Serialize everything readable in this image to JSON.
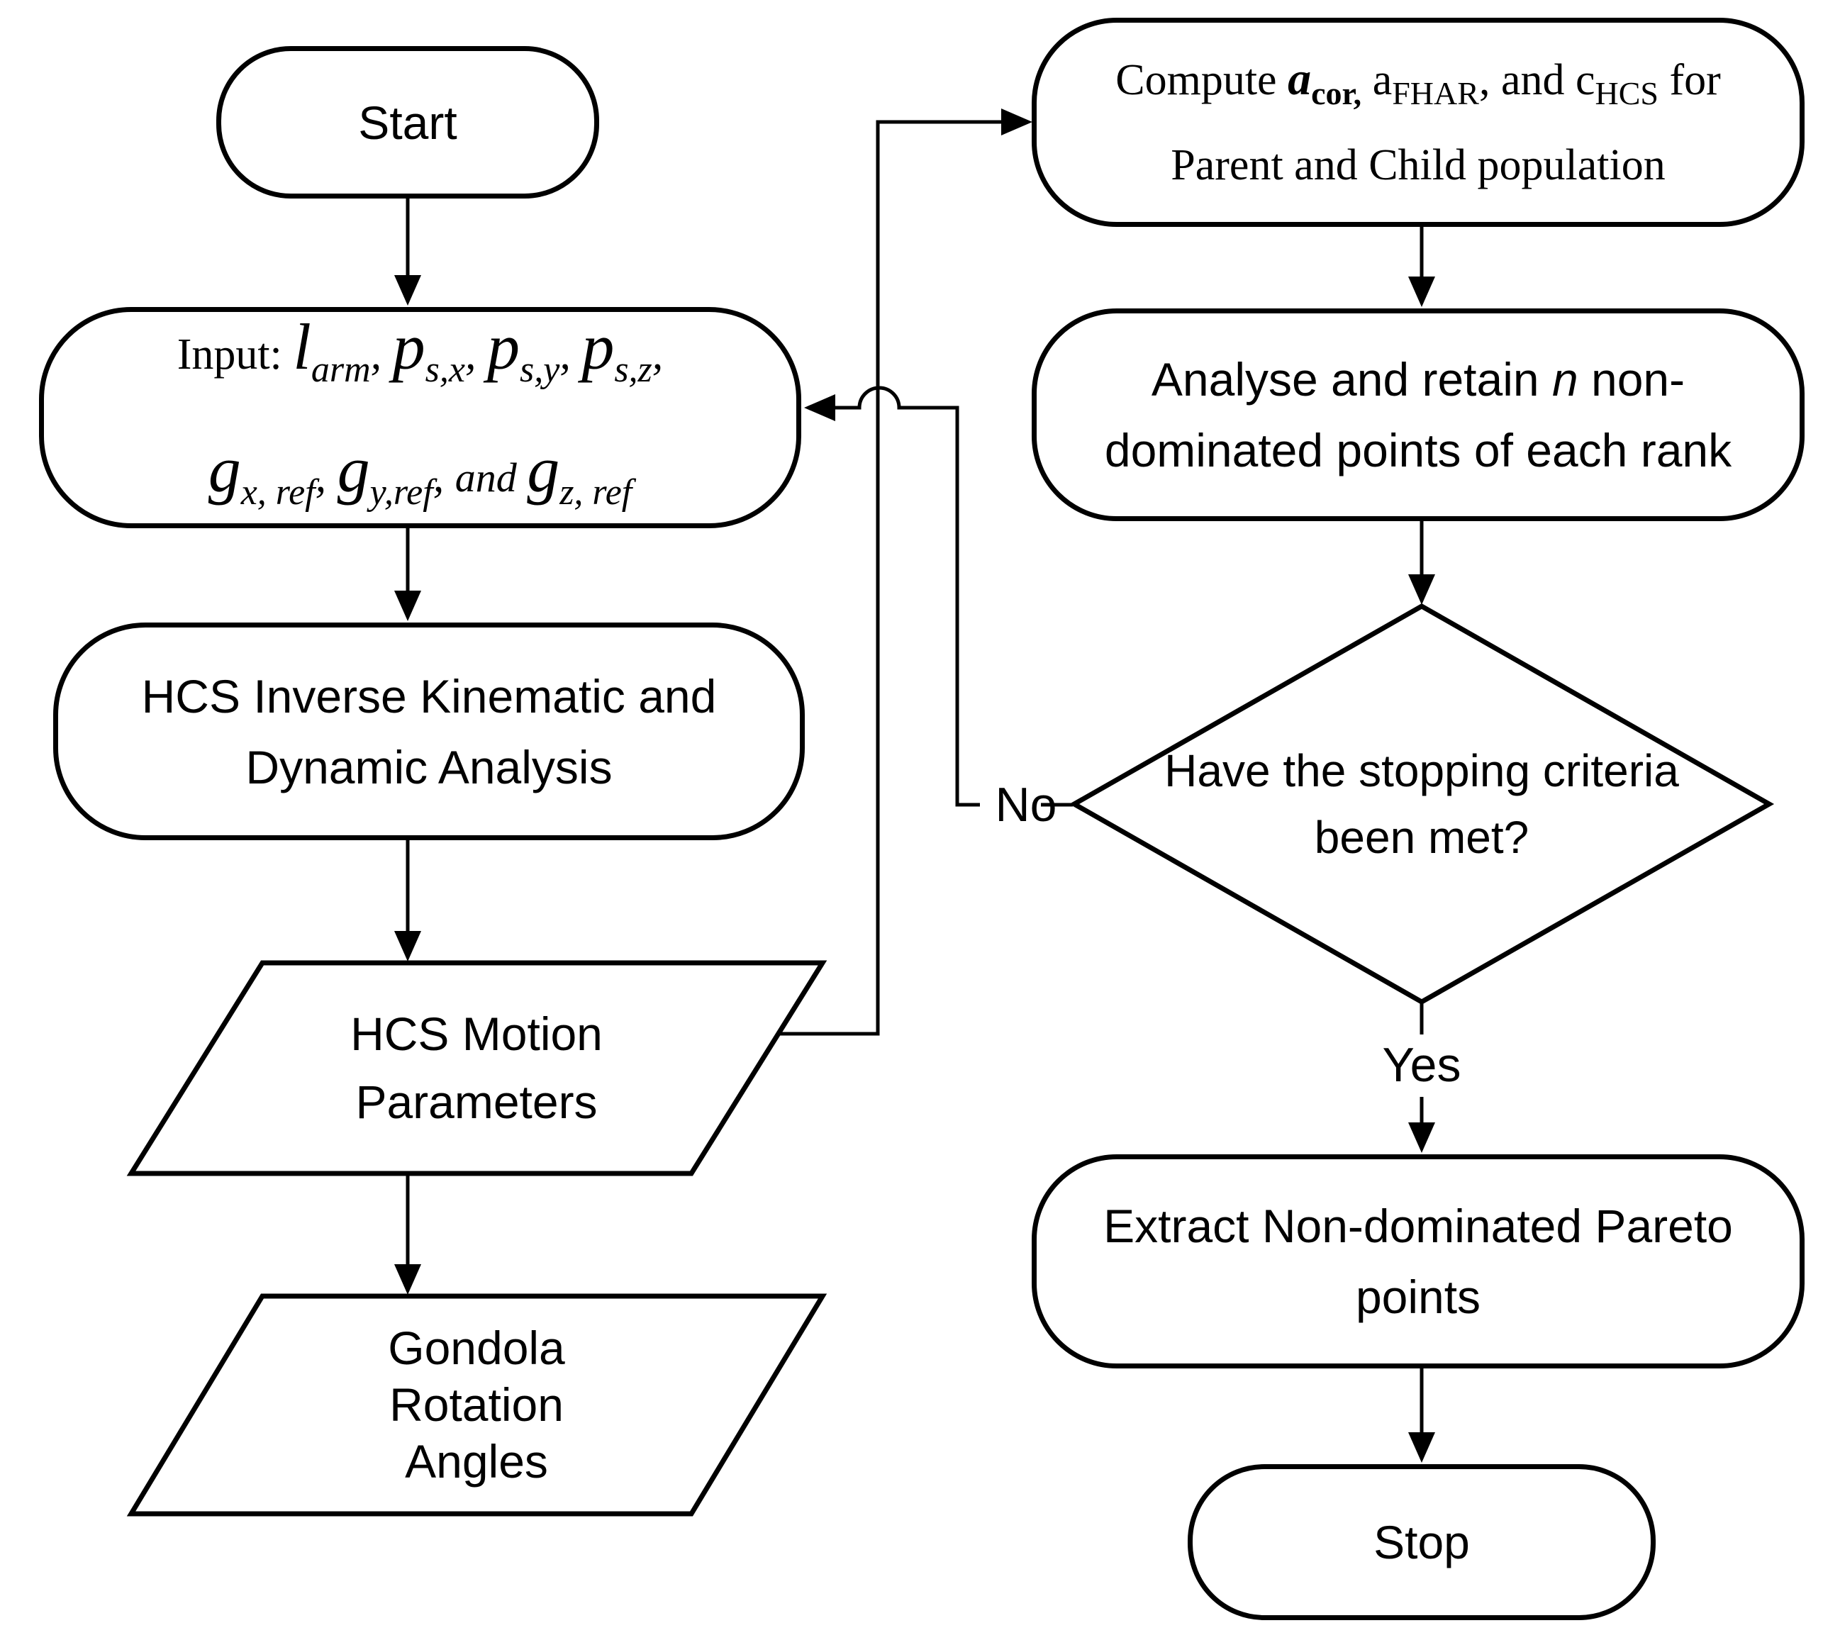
{
  "nodes": {
    "start": {
      "label": "Start"
    },
    "input": {
      "line1": [
        {
          "t": "Input: ",
          "c": "sr"
        },
        {
          "t": "l",
          "c": "ms"
        },
        {
          "t": "arm",
          "c": "mss"
        },
        {
          "t": ", ",
          "c": "mi"
        },
        {
          "t": "p",
          "c": "ms"
        },
        {
          "t": "s,x",
          "c": "mss"
        },
        {
          "t": ", ",
          "c": "mi"
        },
        {
          "t": "p",
          "c": "ms"
        },
        {
          "t": "s,y",
          "c": "mss"
        },
        {
          "t": ", ",
          "c": "mi"
        },
        {
          "t": "p",
          "c": "ms"
        },
        {
          "t": "s,z",
          "c": "mss"
        },
        {
          "t": ",",
          "c": "mi"
        }
      ],
      "line2": [
        {
          "t": "g",
          "c": "ms"
        },
        {
          "t": "x, ref",
          "c": "mss"
        },
        {
          "t": ", ",
          "c": "mi"
        },
        {
          "t": "g",
          "c": "ms"
        },
        {
          "t": "y,ref",
          "c": "mss"
        },
        {
          "t": ", ",
          "c": "mi"
        },
        {
          "t": "and ",
          "c": "mand"
        },
        {
          "t": "g",
          "c": "ms"
        },
        {
          "t": "z, ref",
          "c": "mss"
        }
      ]
    },
    "hcs_analysis": {
      "line1": "HCS Inverse Kinematic and",
      "line2": "Dynamic Analysis"
    },
    "hcs_motion": {
      "line1": "HCS Motion",
      "line2": "Parameters"
    },
    "gondola": {
      "line1": "Gondola",
      "line2": "Rotation",
      "line3": "Angles"
    },
    "compute": {
      "line1": [
        {
          "t": "Compute ",
          "c": "cr"
        },
        {
          "t": "a",
          "c": "cbi"
        },
        {
          "t": "cor,",
          "c": "cbsub"
        },
        {
          "t": " a",
          "c": "cr"
        },
        {
          "t": "FHAR",
          "c": "csub"
        },
        {
          "t": ", and c",
          "c": "cr"
        },
        {
          "t": "HCS",
          "c": "csub"
        },
        {
          "t": " for",
          "c": "cr"
        }
      ],
      "line2": "Parent and Child population"
    },
    "analyse": {
      "line1": [
        {
          "t": "Analyse and retain ",
          "c": ""
        },
        {
          "t": "n",
          "c": "it"
        },
        {
          "t": " non-",
          "c": ""
        }
      ],
      "line2": "dominated points of each rank"
    },
    "decision": {
      "line1": "Have the stopping criteria",
      "line2": "been met?"
    },
    "extract": {
      "line1": "Extract Non-dominated Pareto",
      "line2": "points"
    },
    "stop": {
      "label": "Stop"
    }
  },
  "edge_labels": {
    "no": "No",
    "yes": "Yes"
  },
  "edges": [
    {
      "from": "start",
      "to": "input",
      "label": ""
    },
    {
      "from": "input",
      "to": "hcs_analysis",
      "label": ""
    },
    {
      "from": "hcs_analysis",
      "to": "hcs_motion",
      "label": ""
    },
    {
      "from": "hcs_motion",
      "to": "gondola",
      "label": ""
    },
    {
      "from": "hcs_motion",
      "to": "compute",
      "label": ""
    },
    {
      "from": "compute",
      "to": "analyse",
      "label": ""
    },
    {
      "from": "analyse",
      "to": "decision",
      "label": ""
    },
    {
      "from": "decision",
      "to": "input",
      "label": "No"
    },
    {
      "from": "decision",
      "to": "extract",
      "label": "Yes"
    },
    {
      "from": "extract",
      "to": "stop",
      "label": ""
    }
  ],
  "colors": {
    "stroke": "#000000",
    "fill": "#ffffff",
    "text": "#000000",
    "background": "#ffffff"
  }
}
